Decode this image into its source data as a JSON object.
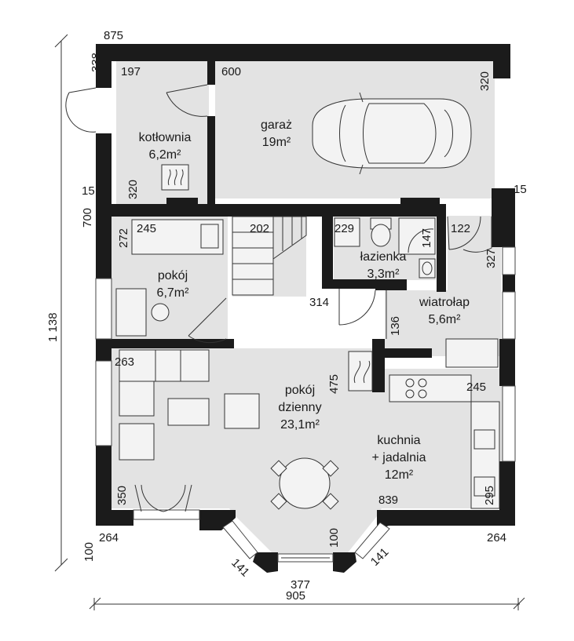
{
  "rooms": {
    "kotlownia": {
      "name": "kotłownia",
      "area": "6,2m²"
    },
    "garaz": {
      "name": "garaż",
      "area": "19m²"
    },
    "lazienka": {
      "name": "łazienka",
      "area": "3,3m²"
    },
    "pokoj": {
      "name": "pokój",
      "area": "6,7m²"
    },
    "wiatrolap": {
      "name": "wiatrołap",
      "area": "5,6m²"
    },
    "pokoj_dzienny": {
      "name_line1": "pokój",
      "name_line2": "dzienny",
      "area": "23,1m²"
    },
    "kuchnia": {
      "name_line1": "kuchnia",
      "name_line2": "+ jadalnia",
      "area": "12m²"
    }
  },
  "dimensions": {
    "top_left": "875",
    "left_338": "338",
    "kotlownia_w": "197",
    "garaz_w": "600",
    "garaz_h": "320",
    "kotlownia_h": "320",
    "left_15": "15",
    "right_15": "15",
    "left_700": "700",
    "pokoj_h": "272",
    "pokoj_w": "245",
    "stairs_w": "202",
    "lazienka_w": "229",
    "lazienka_h": "147",
    "wiatrolap_w": "122",
    "wiatrolap_h": "327",
    "stairs_h": "314",
    "wiatrolap_136": "136",
    "living_w": "263",
    "living_h": "475",
    "kuchnia_w": "245",
    "left_350": "350",
    "kuchnia_295": "295",
    "bottom_839": "839",
    "bottom_left_264": "264",
    "bottom_right_264": "264",
    "bay_100": "100",
    "left_100": "100",
    "bay_141_left": "141",
    "bay_141_right": "141",
    "bay_377": "377",
    "total_width": "905",
    "total_height": "1 138"
  }
}
